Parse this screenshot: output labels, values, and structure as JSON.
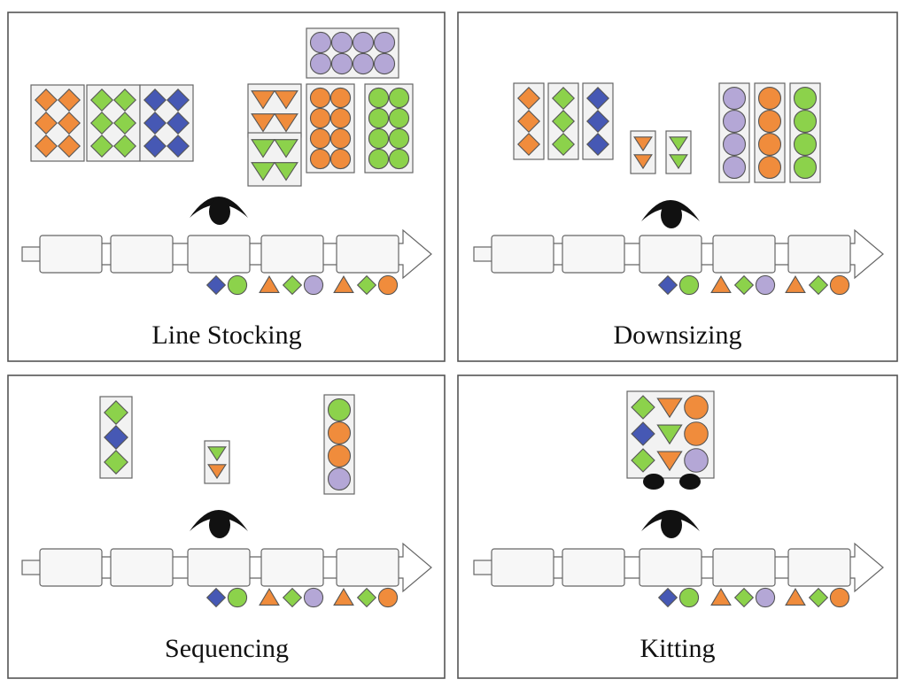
{
  "panels": [
    {
      "key": "line-stocking",
      "title": "Line Stocking"
    },
    {
      "key": "downsizing",
      "title": "Downsizing"
    },
    {
      "key": "sequencing",
      "title": "Sequencing"
    },
    {
      "key": "kitting",
      "title": "Kitting"
    }
  ],
  "colors": {
    "orange": "#F08C3C",
    "green": "#8CD24B",
    "blue": "#4658B4",
    "purple": "#B4A7D6",
    "container_fill": "#F2F2F2",
    "station_fill": "#F7F7F7",
    "frame": "#555555",
    "eye": "#111111"
  },
  "icons": {
    "operator": "eye-icon",
    "cart_wheel": "wheel-icon"
  }
}
